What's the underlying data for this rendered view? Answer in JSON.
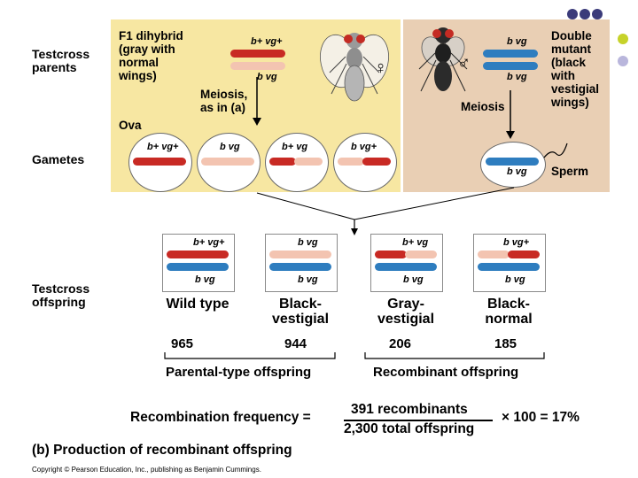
{
  "labels": {
    "testcross_parents": "Testcross\nparents",
    "gametes": "Gametes",
    "testcross_offspring": "Testcross\noffspring",
    "f1_title": "F1 dihybrid\n(gray with\nnormal\nwings)",
    "double_mutant": "Double\nmutant\n(black\nwith\nvestigial\nwings)",
    "meiosis_left": "Meiosis,\nas in (a)",
    "meiosis_right": "Meiosis",
    "ova": "Ova",
    "sperm": "Sperm",
    "female_symbol": "♀",
    "male_symbol": "♂"
  },
  "genes": {
    "b_plus_vg_plus": "b+  vg+",
    "b_vg": "b   vg",
    "b_plus_vg": "b+  vg",
    "b_vg_plus": "b   vg+"
  },
  "offspring": [
    {
      "name": "Wild type",
      "count": "965",
      "top": "b+  vg+",
      "bottom": "b   vg"
    },
    {
      "name": "Black-\nvestigial",
      "count": "944",
      "top": "b   vg",
      "bottom": "b   vg"
    },
    {
      "name": "Gray-\nvestigial",
      "count": "206",
      "top": "b+  vg",
      "bottom": "b   vg"
    },
    {
      "name": "Black-\nnormal",
      "count": "185",
      "top": "b   vg+",
      "bottom": "b   vg"
    }
  ],
  "groups": {
    "parental": "Parental-type offspring",
    "recombinant": "Recombinant offspring"
  },
  "formula": {
    "label": "Recombination frequency =",
    "numerator": "391 recombinants",
    "denominator": "2,300 total offspring",
    "result": "× 100 = 17%"
  },
  "caption": "(b) Production of recombinant offspring",
  "copyright": "Copyright © Pearson Education, Inc., publishing as Benjamin Cummings.",
  "colors": {
    "left_panel": "#f7e7a2",
    "right_panel": "#e9cfb4",
    "red_chromosome": "#c82a24",
    "pink_chromosome": "#f3c4b1",
    "blue_chromosome": "#2e7dbf",
    "deco_navy": "#3b3b7a",
    "deco_lime": "#c6d22a",
    "deco_lavender": "#b9b6dc"
  }
}
